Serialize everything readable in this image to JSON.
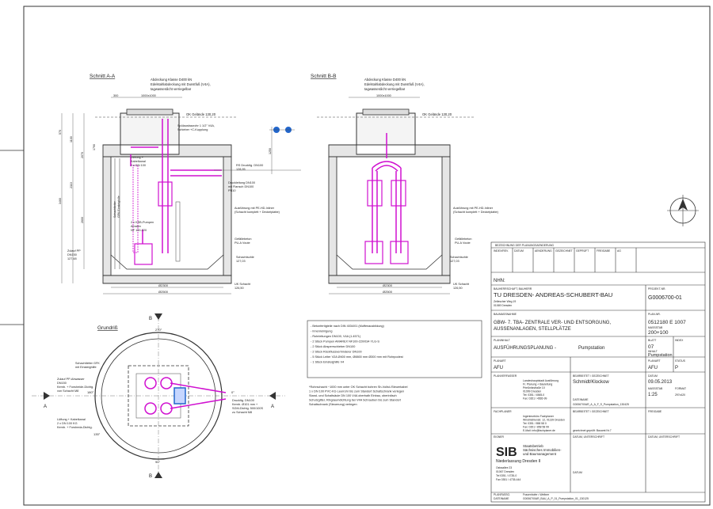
{
  "section_aa": {
    "title": "Schnitt A-A",
    "cover_note": [
      "Abdeckung Klasse D400 kN",
      "Edelstahlabdeckung mit Dunstfuß (V4A),",
      "tagwasserdicht verriegelbar"
    ],
    "dim_top": "1000x1000",
    "dim_left": "300",
    "ok_label": "OK Gelände 130,20",
    "pipe_note": [
      "Spülausbaurohr 1 1/2\" V4A,",
      "Schieber +C-Kupplung"
    ],
    "vent_note": [
      "Lüftung +",
      "Kabelkanal",
      "2 x DN 100"
    ],
    "rs_note": [
      "RS Druckltg. DN100",
      "128,95"
    ],
    "press_note": [
      "Druckleitung DN100",
      "mit Flansch DN100",
      "PN10"
    ],
    "ladder_note": [
      "Schachtleiter",
      "GFK Einsteighilfe"
    ],
    "pump_note": [
      "2 x KSB-Pumpen",
      "Amarex",
      "NF 100-220"
    ],
    "pe_note": [
      "Ausführung mit PE-HD-Inliner",
      "(Schacht komplett + Deckelplatte)"
    ],
    "inflow_note": [
      "Zulauf PP",
      "DN150",
      "127,48"
    ],
    "gravel_note": [
      "Gefällebeton",
      "PU-A Voute"
    ],
    "sole_note": [
      "Schachtsohle",
      "127,03"
    ],
    "uk_note": [
      "UK Schacht",
      "126,50"
    ],
    "dim_inner": "Ø2300",
    "dim_outer": "Ø2500",
    "dims_vertical": [
      "570",
      "1100",
      "2110",
      "3460",
      "2600",
      "2070",
      "1790"
    ],
    "dim_1250": "1250"
  },
  "section_bb": {
    "title": "Schnitt B-B",
    "cover_note": [
      "Abdeckung Klasse D400 kN",
      "Edelstahlabdeckung mit Dunstfuß (V4A),",
      "tagwasserdicht verriegelbar"
    ],
    "dim_top": "1000x1000",
    "ok_label": "OK Gelände 130,20",
    "pe_note": [
      "Ausführung mit PE-HD-Inliner",
      "(Schacht komplett + Deckelplatte)"
    ],
    "gravel_note": [
      "Gefällebeton",
      "PU-A Voute"
    ],
    "sole_note": [
      "Schachtsohle",
      "127,03"
    ],
    "uk_note": [
      "UK Schacht",
      "126,50"
    ],
    "dim_inner": "Ø2300",
    "dim_outer": "Ø2500"
  },
  "plan": {
    "title": "Grundriß",
    "label_a": "A",
    "label_b": "B",
    "deg_270": "270°",
    "deg_180": "180°",
    "deg_0": "0°",
    "deg_90": "90°",
    "deg_135": "135°",
    "ladder_note": [
      "Schachtleiter GFK",
      "mit Einsteighilfe"
    ],
    "inflow_note": [
      "Zulauf PP-Abwasser",
      "DN150",
      "Kernb. + Fonsheide-Dichtg.",
      "von Schacht M8"
    ],
    "vent_note": [
      "Lüftung + Kabelkanal",
      "2 x DN 100 KG",
      "Kernb. + Forsheda-Dichtg."
    ],
    "press_note": [
      "Druckltg. DN100",
      "Kernb. Ø101 mm +",
      "SGM-Dichtg. 500/100S",
      "zu Schacht M8"
    ]
  },
  "notes": {
    "items": [
      "- Betonfertigteile nach DIN 4034/01 (Muffenausbildung)",
      "- Innenreinigung",
      "- Rohrleitungen DN100, V4A (1.4571)",
      "- 2 Stück Pumpen AMAREX NF100-220/034 YLG-S",
      "- 2 Stück Absperrschieber DN100",
      "- 2 Stück Rückflussverhinderer DN100",
      "- 5 Stück Leiter V2A Ø400 mm, Ø8800 mm Ø300 mm mit Rohrpodest",
      "- 1 Stück Einsteighilfe V4"
    ],
    "footer": [
      "*Rohrschacht ~1000 mm unter OK Schacht bohren Sh-Vollst-/Steuerkabel",
      "1 x DN 100 PVC-KG Leerrohr bis zum Standort Schaltschrank verlegen",
      "Stand- und Schaltsäule DN 100 V4A oberhalb Einbau, oberirdisch",
      "Schutzgitter, Ringraumdichtung bei V4A Schrauben bis zum Standort",
      "Schaltschrank (Steuerung) verlegen"
    ]
  },
  "titleblock": {
    "revision_header": "BEZEICHNUNG DER PLANUNGSAENDERUNG",
    "rev_cols": [
      "INDEX/REV.",
      "DATUM",
      "AENDERUNG",
      "GEZEICHNET",
      "GEPRÜFT",
      "FREIGABE",
      "AG"
    ],
    "nhn": "NHN:",
    "client_label": "BAUHERRSCHAFT, BAUHERR",
    "client": "TU DRESDEN- ANDREAS-SCHUBERT-BAU",
    "client_addr": [
      "Zellescher Weg 19",
      "01069 Dresden"
    ],
    "project_no_label": "PROJEKT-NR.",
    "project_no": "G0006700-01",
    "measure_label": "BAUMASSNAHME",
    "measure": [
      "GBW- 7. TBA- ZENTRALE VER- UND ENTSORGUNG,",
      "AUSSENANLAGEN, STELLPLÄTZE"
    ],
    "plan_no_label": "PLAN-NR.",
    "plan_no": "0512180 E 1007",
    "scale_label": "MASSSTAB",
    "scale": "200+100",
    "plan_type_label": "PLANINHALT",
    "plan_type": "AUSFÜHRUNGSPLANUNG -",
    "plan_content": "Pumpstation",
    "sheet_label": "BLATT",
    "sheet": "07",
    "idx_label": "INDEX",
    "content_label": "INHALT",
    "content": "Pumpstation",
    "planart_label": "PLANART",
    "planart": "AFU",
    "planart2_label": "PLANART",
    "planart2": "AFU",
    "status_label": "STATUS",
    "status": "P",
    "designer_label": "PLANVERFASSER",
    "designer": [
      "Landeshauptstadt Ausführung",
      "Fr. Planung + Bauleitung",
      "Prießnitzstraße 10",
      "01099 Dresden",
      "Tel: 0351 / 4565-0",
      "Fax: 0351 / 4565-99"
    ],
    "drawn_label": "BEARBEITET / GEZEICHNET",
    "drawn": "Schmidt/Klockow",
    "date_label": "DATUM",
    "date": "09.05.2013",
    "scale2_label": "MASSSTAB",
    "scale2": "1:25",
    "format_label": "FORMAT",
    "format": "297x420",
    "file_label": "DATEINAME",
    "file": "G0006700AR_A_A_F_S_Pumpstation_130425",
    "checker_label": "FACHPLANER",
    "checker": [
      "Ingenieurbüro Fachplaner",
      "Windmühlenstr. 12, 01139 Dresden",
      "Tel: 0351 / 858 58 0",
      "Fax: 0351 / 858 58 99",
      "E-Mail: info@fachplaner.de"
    ],
    "sign_label": "BEARBEITET / GEZEICHNET",
    "sign_label2": "FREIGABE",
    "note_label": "gezeichnet geprüft: Bauamt Nr.7",
    "owner_label": "EIGNER",
    "sib_logo": "SIB",
    "sib_name": [
      "Staatsbetrieb",
      "Sächsisches Immobilien-",
      "und Baumanagement"
    ],
    "sib_branch": "Niederlassung Dresden II",
    "sib_addr": [
      "Ostraallee 23",
      "01067 Dresden",
      "Tel 0351 / 4735-0",
      "Fax 0351 / 4735-444"
    ],
    "sign_cols": [
      "DATUM, UNTERSCHRIFT",
      "DATUM, UNTERSCHRIFT"
    ],
    "plannum_label": "DATUM",
    "planer_label": "PLANFASSG.",
    "planer": "Frauenhofer • Weltner",
    "fileline_label": "DATEINAME",
    "fileline": "G0006700AR_BAU_A_P_01_Pumpstation_01_130125"
  }
}
